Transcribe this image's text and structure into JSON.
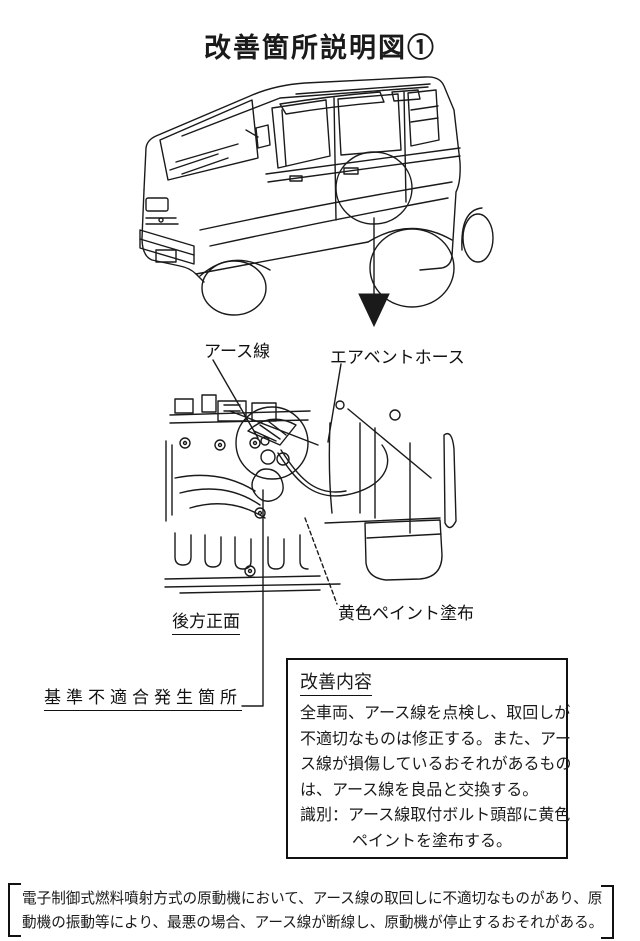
{
  "page": {
    "title": "改善箇所説明図①",
    "labels": {
      "ground_wire": "アース線",
      "air_vent_hose": "エアベントホース",
      "rear_front_view": "後方正面",
      "yellow_paint": "黄色ペイント塗布",
      "nonconformity_location": "基準不適合発生箇所"
    },
    "improvement_box": {
      "title": "改善内容",
      "lines": [
        "全車両、アース線を点検し、取回しが",
        "不適切なものは修正する。また、アー",
        "ス線が損傷しているおそれがあるもの",
        "は、アース線を良品と交換する。",
        "識別：アース線取付ボルト頭部に黄色",
        "ペイントを塗布する。"
      ]
    },
    "footer": {
      "lines": [
        "電子制御式燃料噴射方式の原動機において、アース線の取回しに不適切なものがあり、原",
        "動機の振動等により、最悪の場合、アース線が断線し、原動機が停止するおそれがある。"
      ]
    },
    "colors": {
      "ink": "#1a1a1a",
      "background": "#ffffff"
    }
  }
}
